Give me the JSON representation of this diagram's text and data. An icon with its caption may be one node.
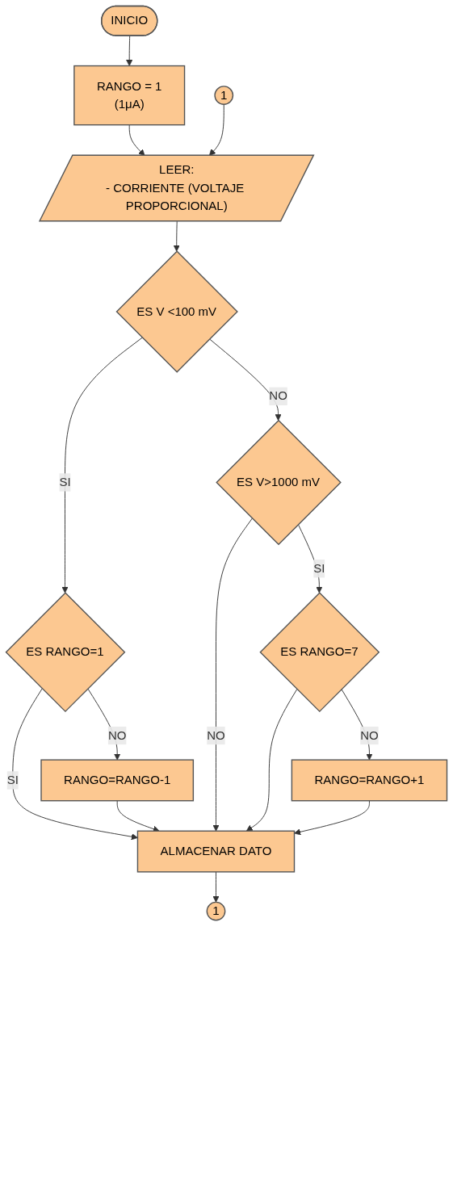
{
  "diagram": {
    "nodes": [
      {
        "text": [
          "INICIO"
        ]
      },
      {
        "text": [
          "RANGO = 1",
          "(1μA)"
        ]
      },
      {
        "text": [
          "1"
        ]
      },
      {
        "text": [
          "LEER:",
          "- CORRIENTE (VOLTAJE PROPORCIONAL)"
        ]
      },
      {
        "text": [
          "ES V <100 mV"
        ]
      },
      {
        "text": [
          "ES RANGO=1"
        ]
      },
      {
        "text": [
          "RANGO=RANGO-1"
        ]
      },
      {
        "text": [
          "ES V>1000 mV"
        ]
      },
      {
        "text": [
          "ES RANGO=7"
        ]
      },
      {
        "text": [
          "RANGO=RANGO+1"
        ]
      },
      {
        "text": [
          "ALMACENAR DATO"
        ]
      },
      {
        "text": [
          "1"
        ]
      }
    ],
    "edges": [
      {
        "from": 0,
        "to": 1,
        "arrow": "to"
      },
      {
        "from": 1,
        "to": 3,
        "arrow": "to"
      },
      {
        "from": 2,
        "to": 3,
        "arrow": "to"
      },
      {
        "from": 3,
        "to": 4,
        "arrow": "to"
      },
      {
        "from": 4,
        "to": 7,
        "label": "NO",
        "arrow": "to"
      },
      {
        "from": 4,
        "to": 5,
        "label": "SI",
        "arrow": "to"
      },
      {
        "from": 5,
        "to": 10,
        "label": "SI",
        "arrow": "to"
      },
      {
        "from": 5,
        "to": 6,
        "label": "NO",
        "arrow": "to"
      },
      {
        "from": 6,
        "to": 10,
        "arrow": "to"
      },
      {
        "from": 7,
        "to": 10,
        "label": "NO",
        "arrow": "to"
      },
      {
        "from": 7,
        "to": 8,
        "label": "SI",
        "arrow": "to"
      },
      {
        "from": 8,
        "to": 10,
        "arrow": "to"
      },
      {
        "from": 8,
        "to": 9,
        "label": "NO",
        "arrow": "to"
      },
      {
        "from": 9,
        "to": 10,
        "arrow": "to"
      },
      {
        "from": 10,
        "to": 11,
        "arrow": "to"
      }
    ]
  }
}
